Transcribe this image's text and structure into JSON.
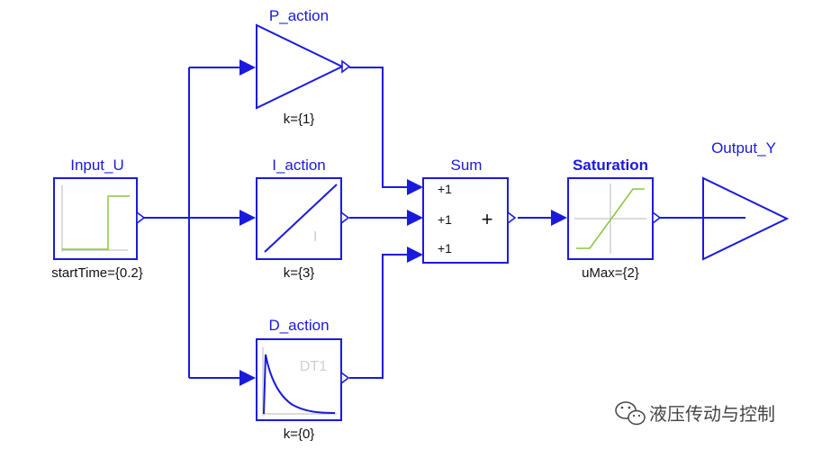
{
  "blocks": {
    "input": {
      "name": "Input_U",
      "param": "startTime={0.2}"
    },
    "p_action": {
      "name": "P_action",
      "param": "k={1}"
    },
    "i_action": {
      "name": "I_action",
      "param": "k={3}",
      "icon_text": "I"
    },
    "d_action": {
      "name": "D_action",
      "param": "k={0}",
      "icon_text": "DT1"
    },
    "sum": {
      "name": "Sum",
      "signs": [
        "+1",
        "+1",
        "+1"
      ],
      "operator": "+"
    },
    "saturation": {
      "name": "Saturation",
      "param": "uMax={2}"
    },
    "output": {
      "name": "Output_Y"
    }
  },
  "watermark": {
    "text": "液压传动与控制",
    "icon": "wechat-icon"
  },
  "colors": {
    "block": "#1a1adc",
    "icon_curve": "#8dc63f",
    "icon_axes": "#cfcfcf"
  }
}
